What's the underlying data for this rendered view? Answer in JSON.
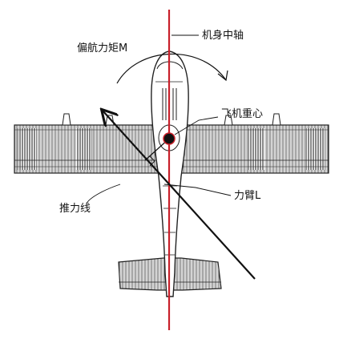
{
  "diagram": {
    "labels": {
      "fuselage_axis": "机身中轴",
      "yaw_moment": "偏航力矩M",
      "center_of_gravity": "飞机重心",
      "moment_arm": "力臂L",
      "thrust_line": "推力线"
    },
    "colors": {
      "axis_line": "#c8202a",
      "cg_dot": "#111111",
      "thrust_arrow": "#111111",
      "airframe_outline": "#222222",
      "background": "#ffffff"
    }
  }
}
